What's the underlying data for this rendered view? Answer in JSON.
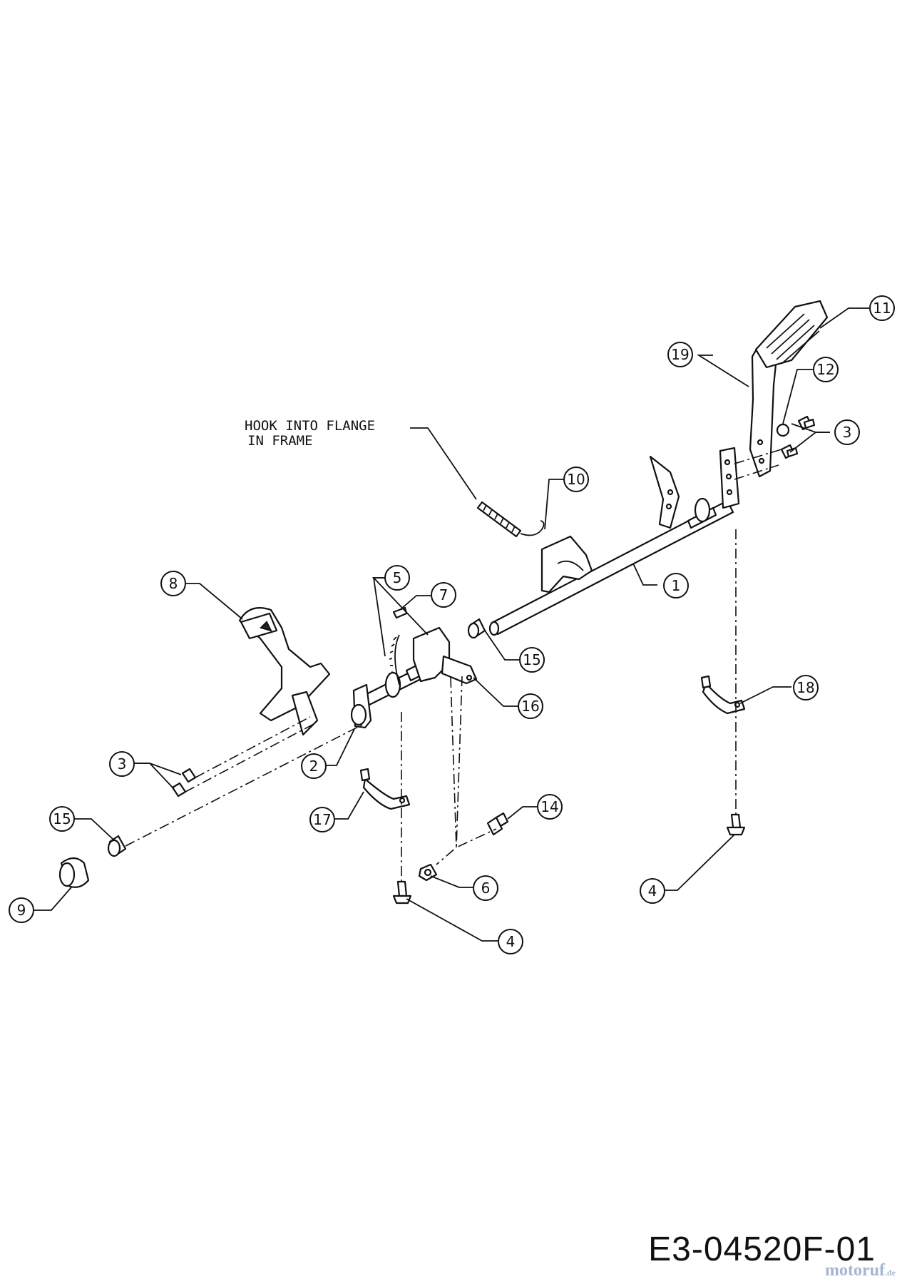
{
  "note": {
    "line1": "HOOK  INTO FLANGE",
    "line2": "IN FRAME"
  },
  "callouts": [
    {
      "id": "c1",
      "label": "1"
    },
    {
      "id": "c2",
      "label": "2"
    },
    {
      "id": "c3a",
      "label": "3"
    },
    {
      "id": "c3b",
      "label": "3"
    },
    {
      "id": "c4a",
      "label": "4"
    },
    {
      "id": "c4b",
      "label": "4"
    },
    {
      "id": "c5",
      "label": "5"
    },
    {
      "id": "c6",
      "label": "6"
    },
    {
      "id": "c7",
      "label": "7"
    },
    {
      "id": "c8",
      "label": "8"
    },
    {
      "id": "c9",
      "label": "9"
    },
    {
      "id": "c10",
      "label": "10"
    },
    {
      "id": "c11",
      "label": "11"
    },
    {
      "id": "c12",
      "label": "12"
    },
    {
      "id": "c14",
      "label": "14"
    },
    {
      "id": "c15a",
      "label": "15"
    },
    {
      "id": "c15b",
      "label": "15"
    },
    {
      "id": "c16",
      "label": "16"
    },
    {
      "id": "c17",
      "label": "17"
    },
    {
      "id": "c18",
      "label": "18"
    },
    {
      "id": "c19",
      "label": "19"
    }
  ],
  "drawing_number": "E3-04520F-01",
  "watermark": {
    "name": "motoruf",
    "tld": ".de",
    "color": "#9aa7c9"
  }
}
